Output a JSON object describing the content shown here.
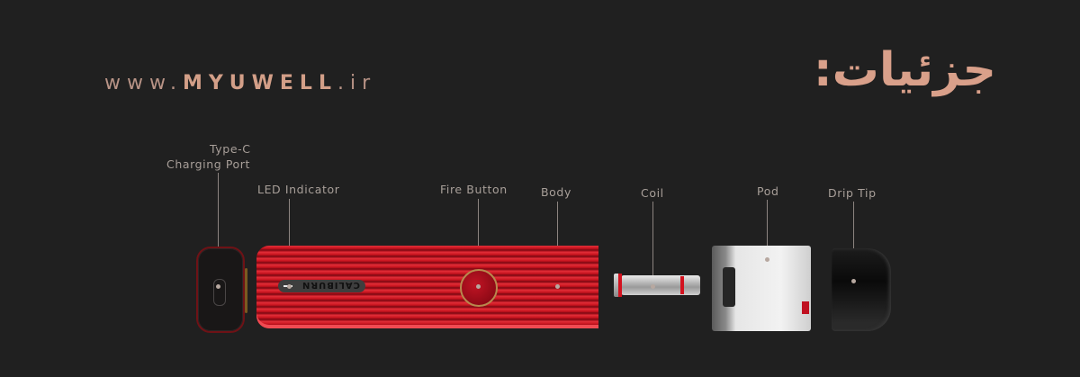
{
  "header": {
    "website": {
      "prefix": "www.",
      "brand": "MYUWELL",
      "suffix": ".ir"
    },
    "title": "جزئیات:"
  },
  "colors": {
    "background": "#202020",
    "accent": "#d9a08a",
    "label_text": "#a89f99",
    "body_red": "#c9141f"
  },
  "product": {
    "brand_marking": "CALIBURN",
    "parts": [
      {
        "id": "charging-port",
        "label_line1": "Type-C",
        "label_line2": "Charging Port"
      },
      {
        "id": "led-indicator",
        "label": "LED Indicator"
      },
      {
        "id": "fire-button",
        "label": "Fire Button"
      },
      {
        "id": "body",
        "label": "Body"
      },
      {
        "id": "coil",
        "label": "Coil"
      },
      {
        "id": "pod",
        "label": "Pod"
      },
      {
        "id": "drip-tip",
        "label": "Drip Tip"
      }
    ]
  }
}
